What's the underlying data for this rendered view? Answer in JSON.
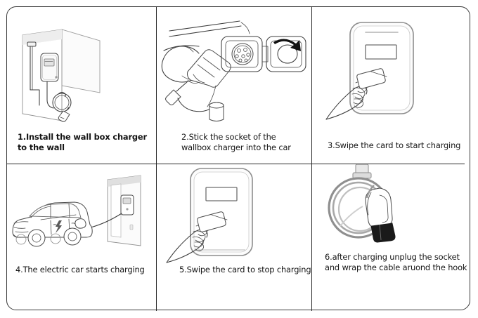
{
  "document": {
    "title": "EV Wallbox Charger Installation & Usage Steps",
    "type": "instruction-diagram",
    "background_color": "#ffffff",
    "border_color": "#3a3a3a",
    "ink_color": "#3c3c3c",
    "layout": {
      "columns": 3,
      "rows": 2,
      "total_steps": 6
    }
  },
  "steps": [
    {
      "number": "1",
      "caption": "1.Install the wall box charger\n to the wall",
      "bold": true,
      "illustration": "wall-charger-installation",
      "illustration_label": "wallbox charger mounted on a wall corner with conduit and coiled cable"
    },
    {
      "number": "2",
      "caption": "2.Stick the socket of the\nwallbox charger into the car",
      "bold": false,
      "illustration": "plug-into-car-socket",
      "illustration_label": "hand inserting charging connector into the car charge port with open flap"
    },
    {
      "number": "3",
      "caption": "3.Swipe the card to start charging",
      "bold": false,
      "illustration": "swipe-card-start",
      "illustration_label": "hand holding RFID card swiping at the wallbox display"
    },
    {
      "number": "4",
      "caption": "4.The electric car starts charging",
      "bold": false,
      "illustration": "car-charging",
      "illustration_label": "electric car with lightning bolt badge connected by cable to wall-mounted charger"
    },
    {
      "number": "5",
      "caption": "5.Swipe the card to stop charging",
      "bold": false,
      "illustration": "swipe-card-stop",
      "illustration_label": "hand holding RFID card swiping at the wallbox display"
    },
    {
      "number": "6",
      "caption": "6.after charging unplug the socket\nand wrap the cable aruond the hook",
      "bold": false,
      "illustration": "wrap-cable-on-hook",
      "illustration_label": "charging cable coiled and hung on a wall hook with connector plug"
    }
  ]
}
